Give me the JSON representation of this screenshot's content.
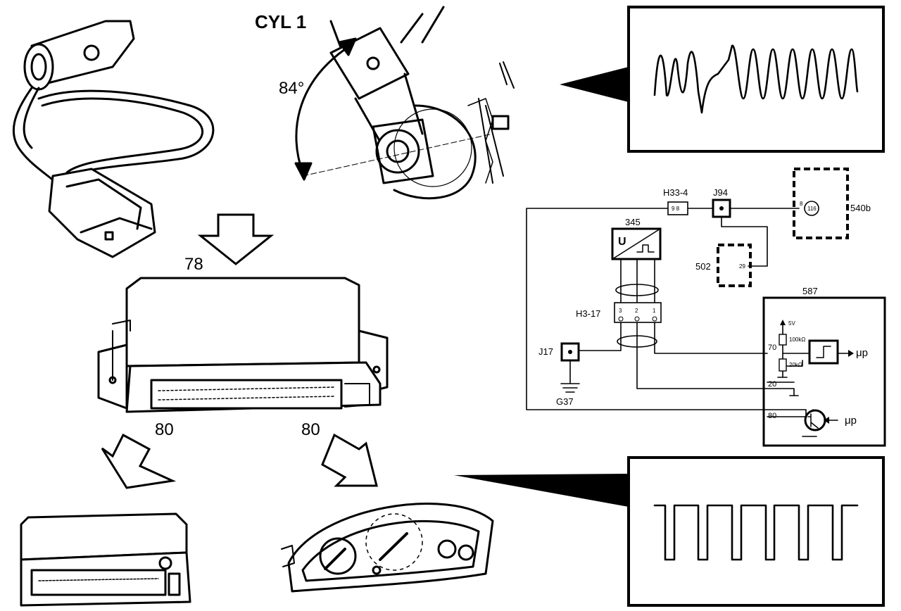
{
  "labels": {
    "cyl": "CYL 1",
    "angle": "84°",
    "ecu_id": "78",
    "out_left": "80",
    "out_right": "80"
  },
  "schematic": {
    "h33": "H33-4",
    "h33_pins": "9 8",
    "j94": "J94",
    "module_540": "540b",
    "pin_540": "8",
    "circle_540": "116",
    "u345": "345",
    "u345_u": "U",
    "m502": "502",
    "pin_502": "29",
    "h3": "H3-17",
    "h3_pins": [
      "3",
      "2",
      "1"
    ],
    "j17": "J17",
    "g37": "G37",
    "m587": "587",
    "v5": "5V",
    "r100k": "100kΩ",
    "r20k": "20kΩ",
    "pin70": "70",
    "pin20": "20",
    "pin80": "80",
    "mup1": "μp",
    "mup2": "μp"
  }
}
